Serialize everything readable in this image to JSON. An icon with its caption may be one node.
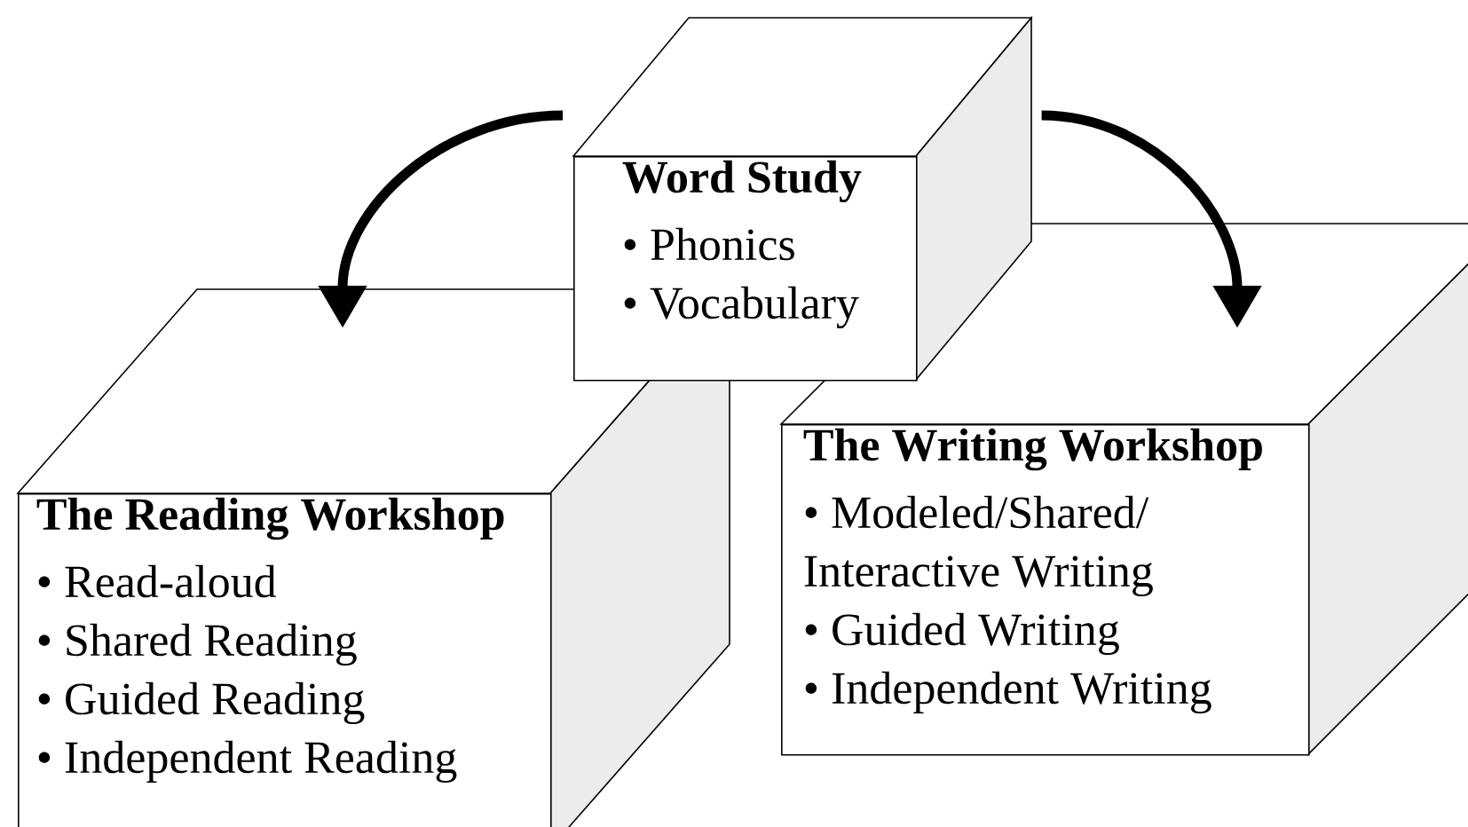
{
  "diagram": {
    "nodes": [
      {
        "text": [
          "Word Study",
          "• Phonics",
          "• Vocabulary"
        ]
      },
      {
        "text": [
          "The Reading Workshop",
          "• Read-aloud",
          "• Shared Reading",
          "• Guided Reading",
          "• Independent Reading"
        ]
      },
      {
        "text": [
          "The Writing Workshop",
          "• Modeled/Shared/ Interactive Writing",
          "• Guided Writing",
          "• Independent Writing"
        ]
      }
    ],
    "edges": [
      {
        "from": 0,
        "to": 1,
        "arrow": "to"
      },
      {
        "from": 0,
        "to": 2,
        "arrow": "to"
      }
    ]
  }
}
